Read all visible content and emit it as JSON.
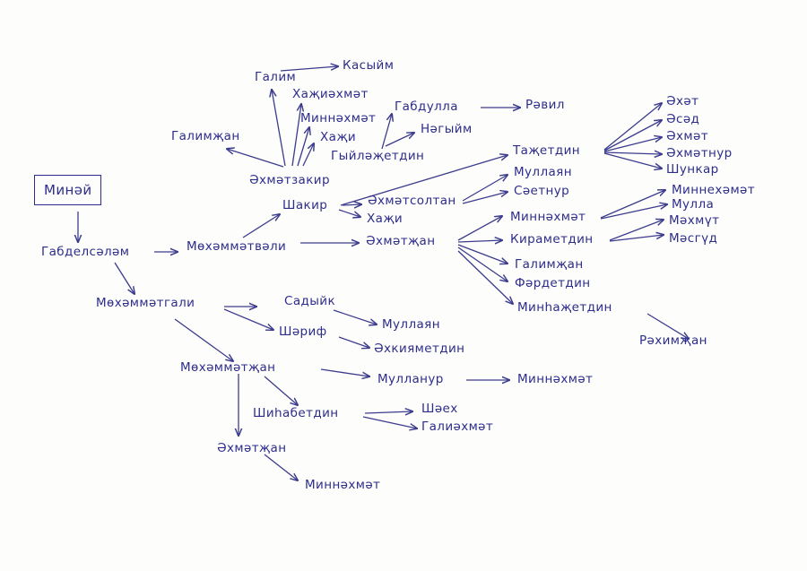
{
  "color": "#2d2d8c",
  "nodes": {
    "minei": "Минәй",
    "gabdelsalam": "Габделсәләм",
    "mohammatvali": "Мөхәммәтвәли",
    "mohammatgali": "Мөхәммәтгали",
    "mohammatjan": "Мөхәммәтҗан",
    "ahmatzakir": "Әхмәтзакир",
    "shakir": "Шакир",
    "ahmatjan1": "Әхмәтҗан",
    "galim": "Галим",
    "kasyim": "Касыйм",
    "hajiahmat": "Хаҗиәхмәт",
    "minnahmat1": "Миннәхмәт",
    "gabdulla": "Габдулла",
    "ravil": "Рәвил",
    "galimjan1": "Галимҗан",
    "haji1": "Хаҗи",
    "nagyim": "Нәгыйм",
    "gyilajetdin": "Гыйләҗетдин",
    "tajetdin": "Таҗетдин",
    "ahat": "Әхәт",
    "asad": "Әсәд",
    "ahmat": "Әхмәт",
    "ahmatnur": "Әхмәтнур",
    "shunkar": "Шункар",
    "ahmatsoltan": "Әхмәтсолтан",
    "haji2": "Хаҗи",
    "mullayan1": "Муллаян",
    "saetnur": "Сәетнур",
    "minnahmat2": "Миннәхмәт",
    "kirametdin": "Кираметдин",
    "galimjan2": "Галимҗан",
    "fardetdin": "Фәрдетдин",
    "minhajetdin": "Минһаҗетдин",
    "minnehamat": "Миннехәмәт",
    "mulla": "Мулла",
    "mahmut": "Мәхмүт",
    "masgud": "Мәсгүд",
    "rahimjan": "Рәхимҗан",
    "sadyik": "Садыйк",
    "sharif": "Шәриф",
    "mullayan2": "Муллаян",
    "ahkiyametdin": "Әхкияметдин",
    "mullanur": "Мулланур",
    "minnahmat3": "Миннәхмәт",
    "shihabetdin": "Шиһабетдин",
    "shaeh": "Шәех",
    "galiahmat": "Галиәхмәт",
    "ahmatjan2": "Әхмәтҗан",
    "minnahmat4": "Миннәхмәт"
  }
}
